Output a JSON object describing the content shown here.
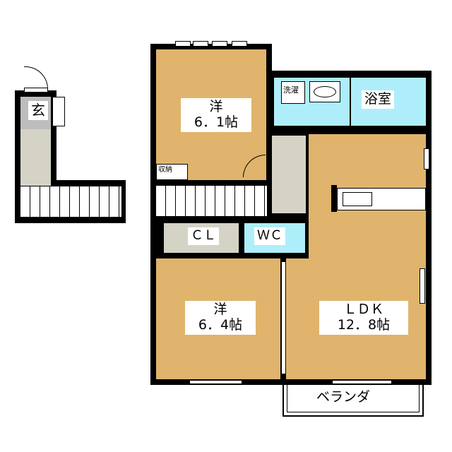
{
  "rooms": {
    "western_top": {
      "name": "洋",
      "size": "6．1帖"
    },
    "storage": "収納",
    "laundry": "洗濯",
    "bath": "浴室",
    "entrance": "玄",
    "closet": "ＣＬ",
    "wc": "ＷＣ",
    "western_bottom": {
      "name": "洋",
      "size": "6．4帖"
    },
    "ldk": {
      "name": "ＬＤＫ",
      "size": "12．8帖"
    },
    "balcony": "ベランダ"
  },
  "colors": {
    "room": "#e0b46c",
    "wet": "#aeeefa",
    "storage": "#d5d3c6",
    "wall": "#000000"
  }
}
